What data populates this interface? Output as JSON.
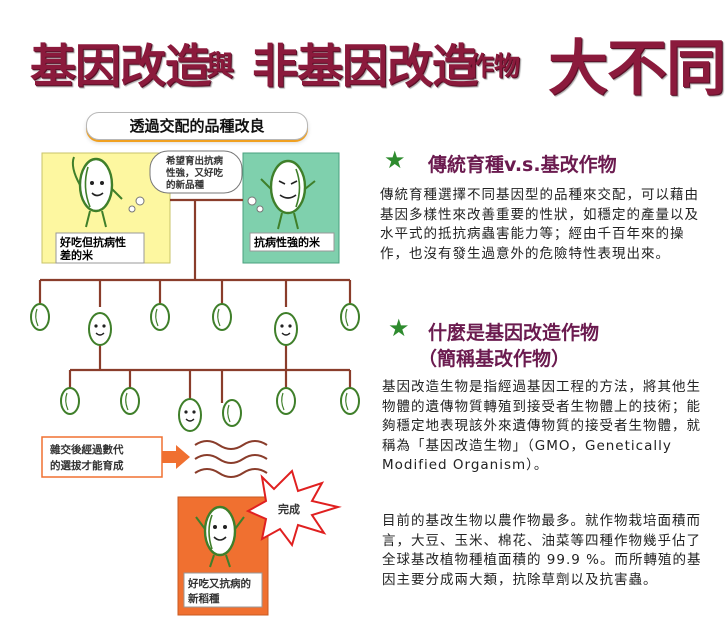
{
  "title": {
    "part1": "基因改造",
    "part2": "與",
    "part3": "非基因改造",
    "part4": "作物",
    "part5": "大不同"
  },
  "diagram": {
    "subtitle": "透過交配的品種改良",
    "hope_bubble": [
      "希望育出抗病",
      "性強，又好吃",
      "的新品種"
    ],
    "left_parent_label": [
      "好吃但抗病性",
      "差的米"
    ],
    "right_parent_label": "抗病性強的米",
    "selection_note": [
      "雜交後經過數代",
      "的選拔才能育成"
    ],
    "done_burst": "完成",
    "result_label": [
      "好吃又抗病的",
      "新稻種"
    ]
  },
  "sections": {
    "s1_heading": "傳統育種v.s.基改作物",
    "s1_body": "傳統育種選擇不同基因型的品種來交配，可以藉由基因多樣性來改善重要的性狀，如穩定的產量以及水平式的抵抗病蟲害能力等；經由千百年來的操作，也沒有發生過意外的危險特性表現出來。",
    "s2_heading_line1": "什麼是基因改造作物",
    "s2_heading_line2": "（簡稱基改作物）",
    "s2_body1": "基因改造生物是指經過基因工程的方法，將其他生物體的遺傳物質轉殖到接受者生物體上的技術；能夠穩定地表現該外來遺傳物質的接受者生物體，就稱為「基因改造生物」（GMO，Genetically Modified Organism）。",
    "s2_body2": "目前的基改生物以農作物最多。就作物栽培面積而言，大豆、玉米、棉花、油菜等四種作物幾乎佔了全球基改植物種植面積的 99.9 %。而所轉殖的基因主要分成兩大類，抗除草劑以及抗害蟲。"
  },
  "colors": {
    "title": "#8b1a3c",
    "heading": "#6b1b4f",
    "star": "#2e8b2e",
    "tree": "#8a3d2b",
    "yellow_box": "#fdf7a0",
    "teal_box": "#7fd0ad",
    "orange_box": "#f07030",
    "rice_green": "#3f7f2a"
  },
  "icons": [
    "star-icon",
    "rice-grain-icon",
    "arrow-right-icon",
    "speech-bubble-icon",
    "burst-icon"
  ]
}
